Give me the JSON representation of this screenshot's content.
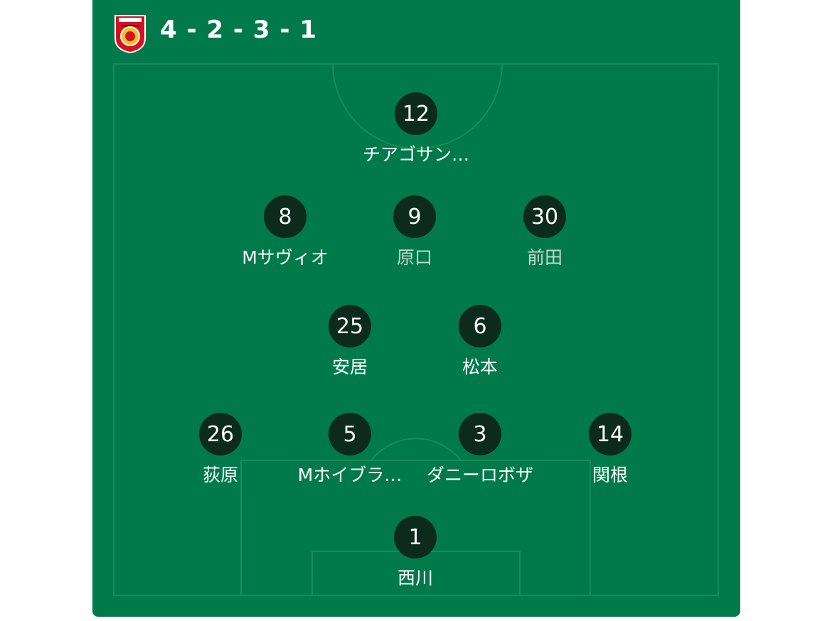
{
  "formation": "4 - 2 - 3 - 1",
  "team": {
    "crest_icon": "urawa-reds-crest-icon",
    "accent": "#d40f26",
    "pitch_color": "#007a4b"
  },
  "players": {
    "st": {
      "number": "12",
      "name": "チアゴサン…"
    },
    "lam": {
      "number": "8",
      "name": "Mサヴィオ"
    },
    "cam": {
      "number": "9",
      "name": "原口"
    },
    "ram": {
      "number": "30",
      "name": "前田"
    },
    "ldm": {
      "number": "25",
      "name": "安居"
    },
    "rdm": {
      "number": "6",
      "name": "松本"
    },
    "lb": {
      "number": "26",
      "name": "荻原"
    },
    "lcb": {
      "number": "5",
      "name": "Mホイブラ…"
    },
    "rcb": {
      "number": "3",
      "name": "ダニーロボザ"
    },
    "rb": {
      "number": "14",
      "name": "関根"
    },
    "gk": {
      "number": "1",
      "name": "西川"
    }
  }
}
